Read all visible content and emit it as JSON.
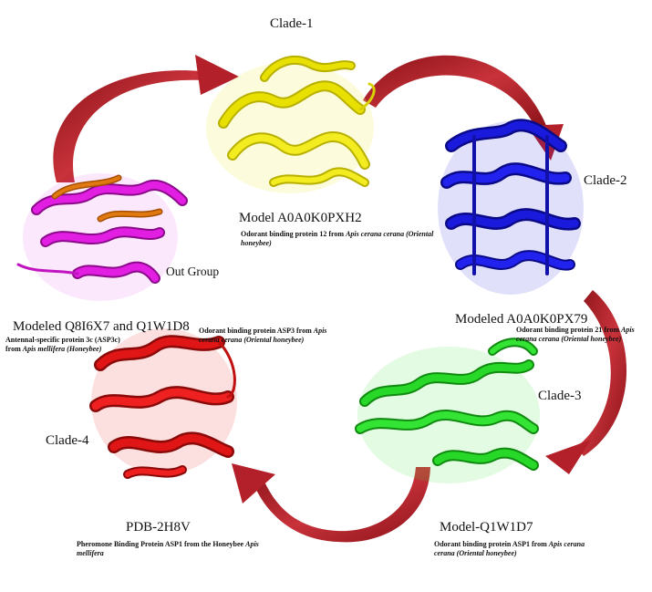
{
  "colors": {
    "arrow": "#b3202a",
    "clade1": "#e8e000",
    "clade2": "#1111cc",
    "clade3": "#22cc22",
    "clade4": "#e01515",
    "outgroup_a": "#e21ee2",
    "outgroup_b": "#e07a10"
  },
  "clades": {
    "clade1": {
      "label": "Clade-1",
      "model": "Model A0A0K0PXH2",
      "desc_pre": "Odorant binding protein 12 from",
      "desc_italic": "Apis cerana cerana (Oriental honeybee)"
    },
    "clade2": {
      "label": "Clade-2",
      "model": "Modeled A0A0K0PX79",
      "desc_pre": "Odorant binding protein 21 from",
      "desc_italic": "Apis cerana cerana (Oriental honeybee)"
    },
    "clade3": {
      "label": "Clade-3",
      "model": "Model-Q1W1D7",
      "desc_pre": "Odorant binding protein ASP1 from",
      "desc_italic": "Apis cerana cerana (Oriental honeybee)"
    },
    "clade4": {
      "label": "Clade-4",
      "model": "PDB-2H8V",
      "desc_pre": "Pheromone Binding Protein ASP1 from the Honeybee",
      "desc_italic": "Apis mellifera"
    },
    "outgroup": {
      "label": "Out Group",
      "model": "Modeled Q8I6X7 and Q1W1D8",
      "desc_left_pre": "Antennal-specific protein 3c (ASP3c) from",
      "desc_left_italic": "Apis mellifera (Honeybee)",
      "desc_right_pre": "Odorant binding protein ASP3 from",
      "desc_right_italic": "Apis cerana cerana (Oriental honeybee)"
    }
  }
}
